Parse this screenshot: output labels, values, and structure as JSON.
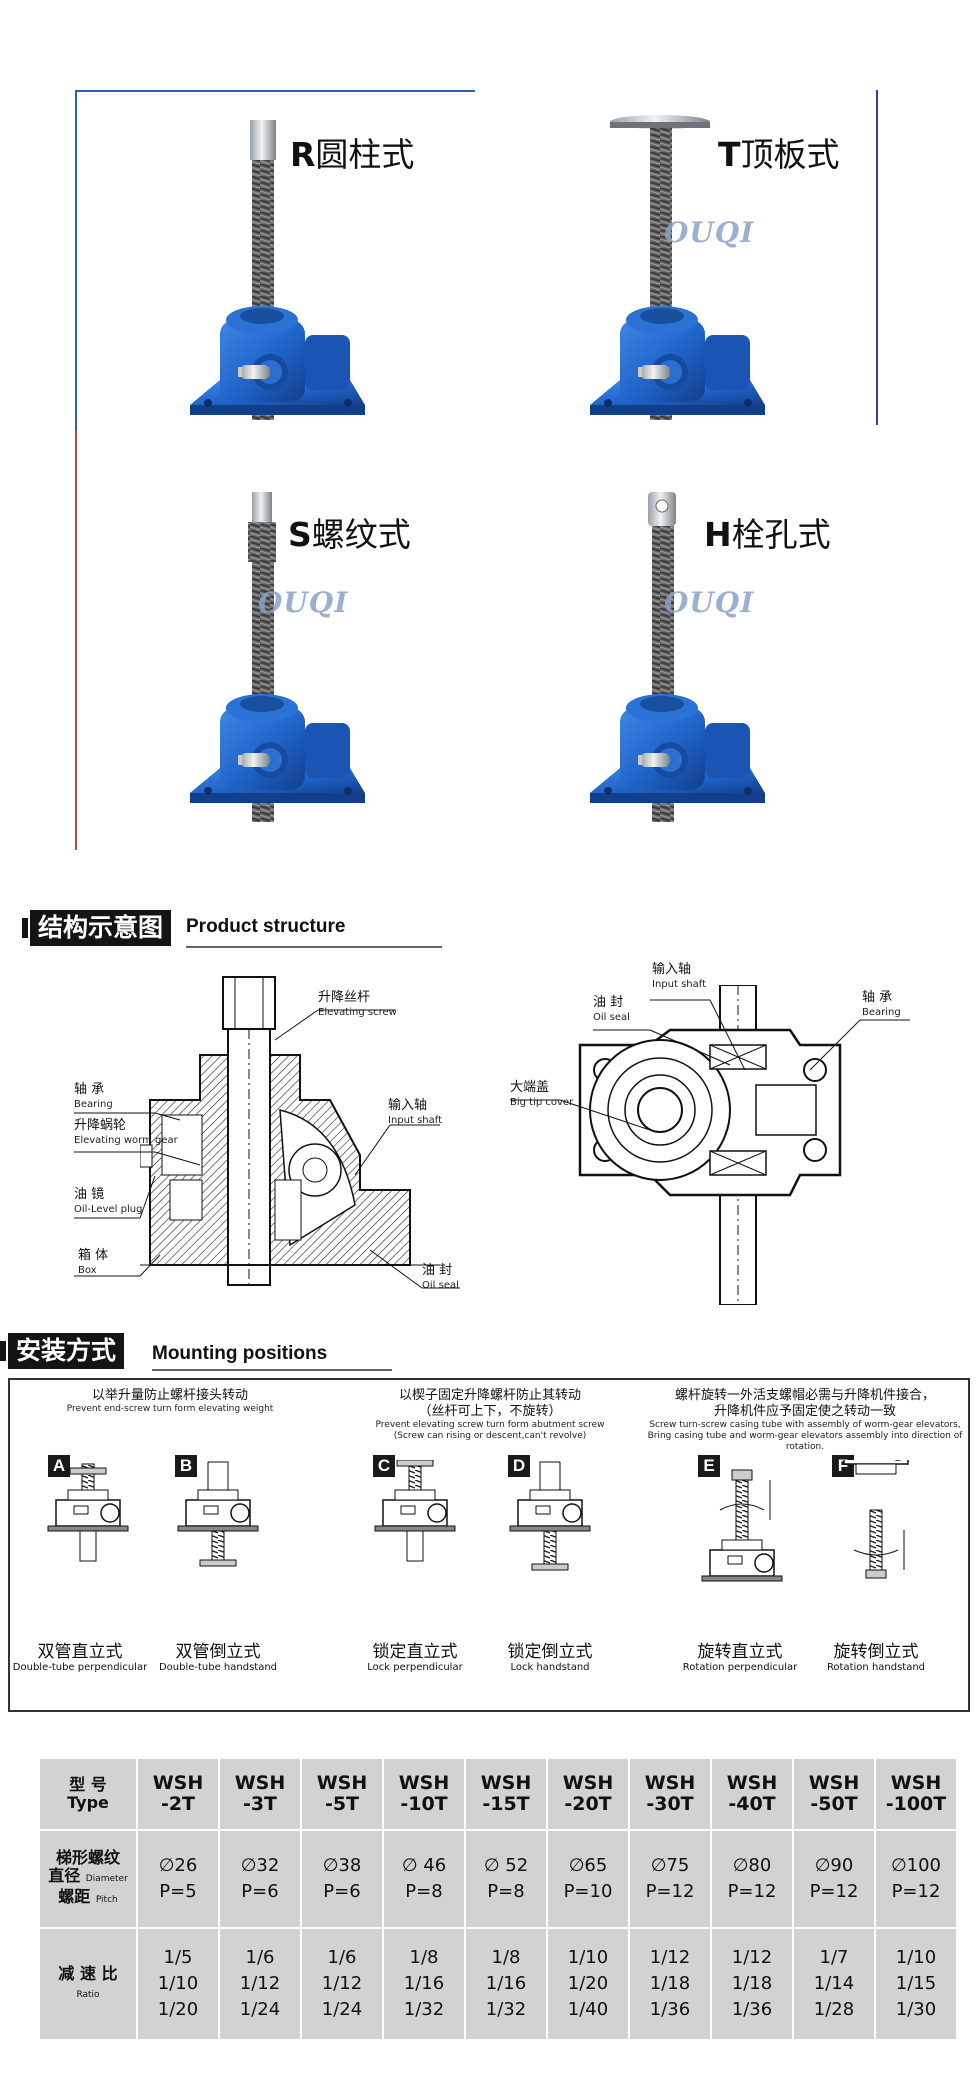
{
  "variants": [
    {
      "letter": "R",
      "name": "圆柱式"
    },
    {
      "letter": "T",
      "name": "顶板式"
    },
    {
      "letter": "S",
      "name": "螺纹式"
    },
    {
      "letter": "H",
      "name": "栓孔式"
    }
  ],
  "watermark": "OUQI",
  "structure": {
    "heading_zh": "结构示意图",
    "heading_en": "Product   structure",
    "labels": {
      "elevating_screw_zh": "升降丝杆",
      "elevating_screw_en": "Elevating screw",
      "bearing_zh": "轴 承",
      "bearing_en": "Bearing",
      "worm_gear_zh": "升降蜗轮",
      "worm_gear_en": "Elevating worm gear",
      "input_shaft_zh": "输入轴",
      "input_shaft_en": "Input shaft",
      "oil_plug_zh": "油 镜",
      "oil_plug_en": "Oil-Level plug",
      "box_zh": "箱 体",
      "box_en": "Box",
      "oil_seal_zh": "油 封",
      "oil_seal_en": "Oil seal",
      "r_input_shaft_zh": "输入轴",
      "r_input_shaft_en": "Input shaft",
      "r_oil_seal_zh": "油 封",
      "r_oil_seal_en": "Oil seal",
      "r_bearing_zh": "轴 承",
      "r_bearing_en": "Bearing",
      "r_cover_zh": "大端盖",
      "r_cover_en": "Big tip cover"
    }
  },
  "mounting": {
    "heading_zh": "安装方式",
    "heading_en": "Mounting positions",
    "notes": [
      {
        "zh": "以举升量防止螺杆接头转动",
        "en": "Prevent end-screw turn form elevating weight"
      },
      {
        "zh": "以楔子固定升降螺杆防止其转动",
        "zh2": "（丝杆可上下，不旋转）",
        "en": "Prevent elevating screw turn form abutment screw",
        "en2": "(Screw can rising or descent,can't revolve)"
      },
      {
        "zh": "螺杆旋转一外活支螺帽必需与升降机件接合，",
        "zh2": "升降机件应予固定使之转动一致",
        "en": "Screw turn-screw casing tube with assembly of worm-gear elevators,",
        "en2": "Bring casing tube and worm-gear elevators assembly into direction of rotation."
      }
    ],
    "positions": [
      {
        "tag": "A",
        "zh": "双管直立式",
        "en": "Double-tube perpendicular"
      },
      {
        "tag": "B",
        "zh": "双管倒立式",
        "en": "Double-tube handstand"
      },
      {
        "tag": "C",
        "zh": "锁定直立式",
        "en": "Lock perpendicular"
      },
      {
        "tag": "D",
        "zh": "锁定倒立式",
        "en": "Lock handstand"
      },
      {
        "tag": "E",
        "zh": "旋转直立式",
        "en": "Rotation perpendicular"
      },
      {
        "tag": "F",
        "zh": "旋转倒立式",
        "en": "Rotation handstand"
      }
    ]
  },
  "spec_table": {
    "type_header": {
      "zh": "型 号",
      "en": "Type"
    },
    "thread_header": {
      "zh1": "梯形螺纹",
      "zh2": "直径",
      "zh3": "螺距",
      "en1": "Diameter",
      "en2": "Pitch"
    },
    "ratio_header": {
      "zh": "减 速 比",
      "en": "Ratio"
    },
    "columns": [
      {
        "model1": "WSH",
        "model2": "-2T",
        "dia": "∅26",
        "pitch": "P=5",
        "r1": "1/5",
        "r2": "1/10",
        "r3": "1/20"
      },
      {
        "model1": "WSH",
        "model2": "-3T",
        "dia": "∅32",
        "pitch": "P=6",
        "r1": "1/6",
        "r2": "1/12",
        "r3": "1/24"
      },
      {
        "model1": "WSH",
        "model2": "-5T",
        "dia": "∅38",
        "pitch": "P=6",
        "r1": "1/6",
        "r2": "1/12",
        "r3": "1/24"
      },
      {
        "model1": "WSH",
        "model2": "-10T",
        "dia": "∅ 46",
        "pitch": "P=8",
        "r1": "1/8",
        "r2": "1/16",
        "r3": "1/32"
      },
      {
        "model1": "WSH",
        "model2": "-15T",
        "dia": "∅ 52",
        "pitch": "P=8",
        "r1": "1/8",
        "r2": "1/16",
        "r3": "1/32"
      },
      {
        "model1": "WSH",
        "model2": "-20T",
        "dia": "∅65",
        "pitch": "P=10",
        "r1": "1/10",
        "r2": "1/20",
        "r3": "1/40"
      },
      {
        "model1": "WSH",
        "model2": "-30T",
        "dia": "∅75",
        "pitch": "P=12",
        "r1": "1/12",
        "r2": "1/18",
        "r3": "1/36"
      },
      {
        "model1": "WSH",
        "model2": "-40T",
        "dia": "∅80",
        "pitch": "P=12",
        "r1": "1/12",
        "r2": "1/18",
        "r3": "1/36"
      },
      {
        "model1": "WSH",
        "model2": "-50T",
        "dia": "∅90",
        "pitch": "P=12",
        "r1": "1/7",
        "r2": "1/14",
        "r3": "1/28"
      },
      {
        "model1": "WSH",
        "model2": "-100T",
        "dia": "∅100",
        "pitch": "P=12",
        "r1": "1/10",
        "r2": "1/15",
        "r3": "1/30"
      }
    ]
  },
  "colors": {
    "body_blue": "#1f63c8",
    "body_dark": "#123f8c",
    "header_black": "#141414",
    "table_grey": "#d2d2d2"
  }
}
